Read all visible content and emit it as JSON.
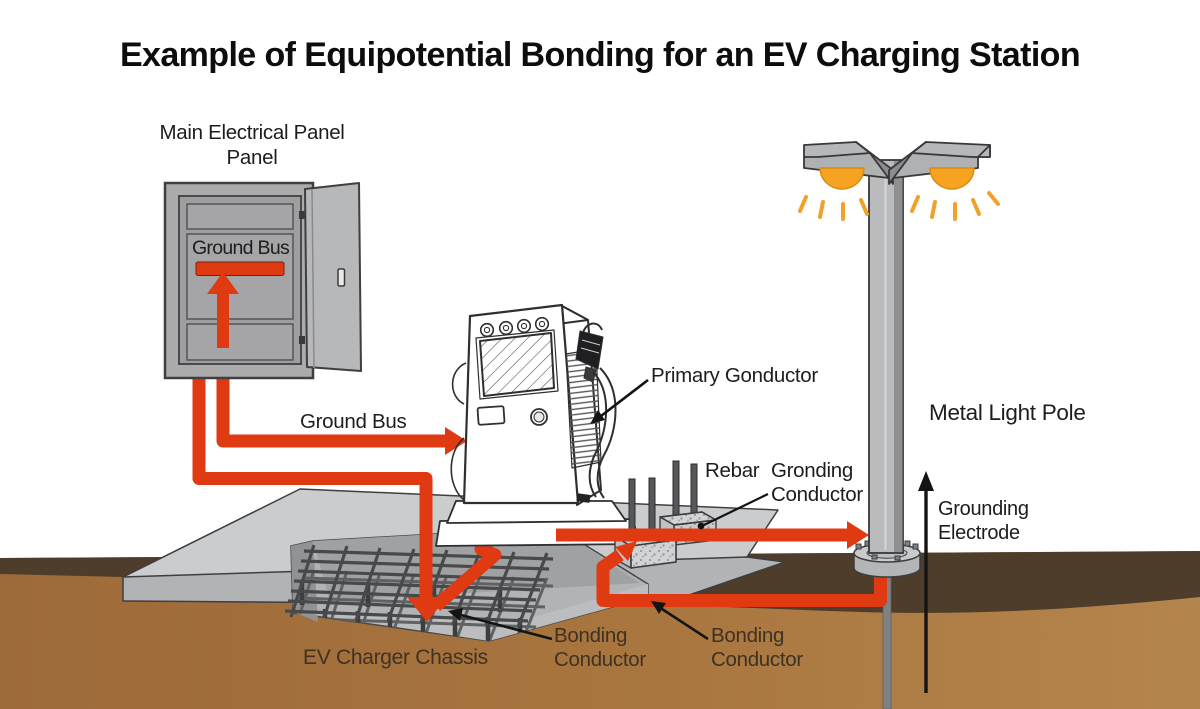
{
  "title": "Example of Equipotential Bonding for an EV Charging Station",
  "labels": {
    "panel": {
      "line1": "Main Electrical Panel",
      "line2": "Panel"
    },
    "ground_bus_panel": "Ground Bus",
    "ground_bus_wire": "Ground Bus",
    "primary_conductor": "Primary Gonductor",
    "rebar": "Rebar",
    "grounding_conductor": {
      "line1": "Gronding",
      "line2": "Conductor"
    },
    "metal_light_pole": "Metal Light Pole",
    "grounding_electrode": {
      "line1": "Grounding",
      "line2": "Electrode"
    },
    "ev_charger_chassis": "EV Charger Chassis",
    "bonding_conductor_left": {
      "line1": "Bonding",
      "line2": "Conductor"
    },
    "bonding_conductor_right": {
      "line1": "Bonding",
      "line2": "Conductor"
    }
  },
  "colors": {
    "conductor_red": "#e03a12",
    "lamp_orange": "#f5a320",
    "soil_dark": "#4e3d2b",
    "soil": "#a5723f",
    "soil_light": "#b5854e",
    "slab_gray": "#cbccce",
    "panel_gray": "#ababab",
    "pole_gray": "#babbbd",
    "outline_ink": "#2f2f31",
    "label_ink": "#1d1d1d",
    "soil_label_ink": "#3f3222"
  }
}
